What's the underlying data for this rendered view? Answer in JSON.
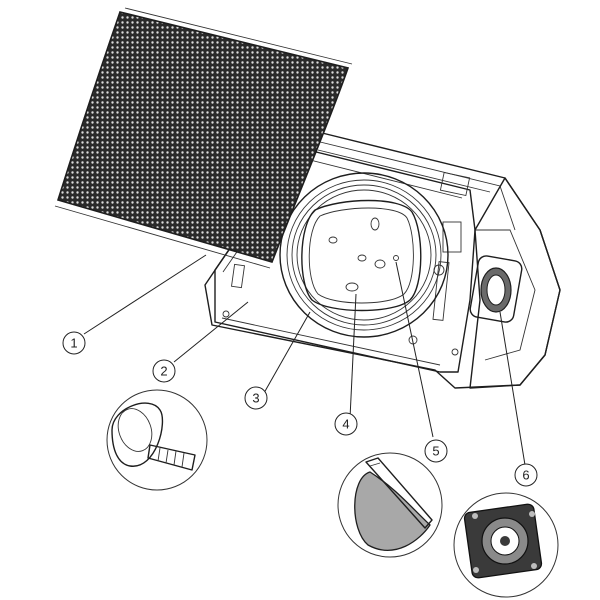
{
  "callouts": [
    {
      "number": "1"
    },
    {
      "number": "2"
    },
    {
      "number": "3"
    },
    {
      "number": "4"
    },
    {
      "number": "5"
    },
    {
      "number": "6"
    }
  ],
  "colors": {
    "line": "#1e1e1e",
    "grille_fill": "#2f2f2f",
    "highlight_gray": "#a8a8a8",
    "connector_dark": "#3a3a3a"
  },
  "parts_depicted": [
    "grille",
    "knob-screw",
    "woofer-ring",
    "baffle-horn",
    "port-flap",
    "speakon-connector"
  ]
}
